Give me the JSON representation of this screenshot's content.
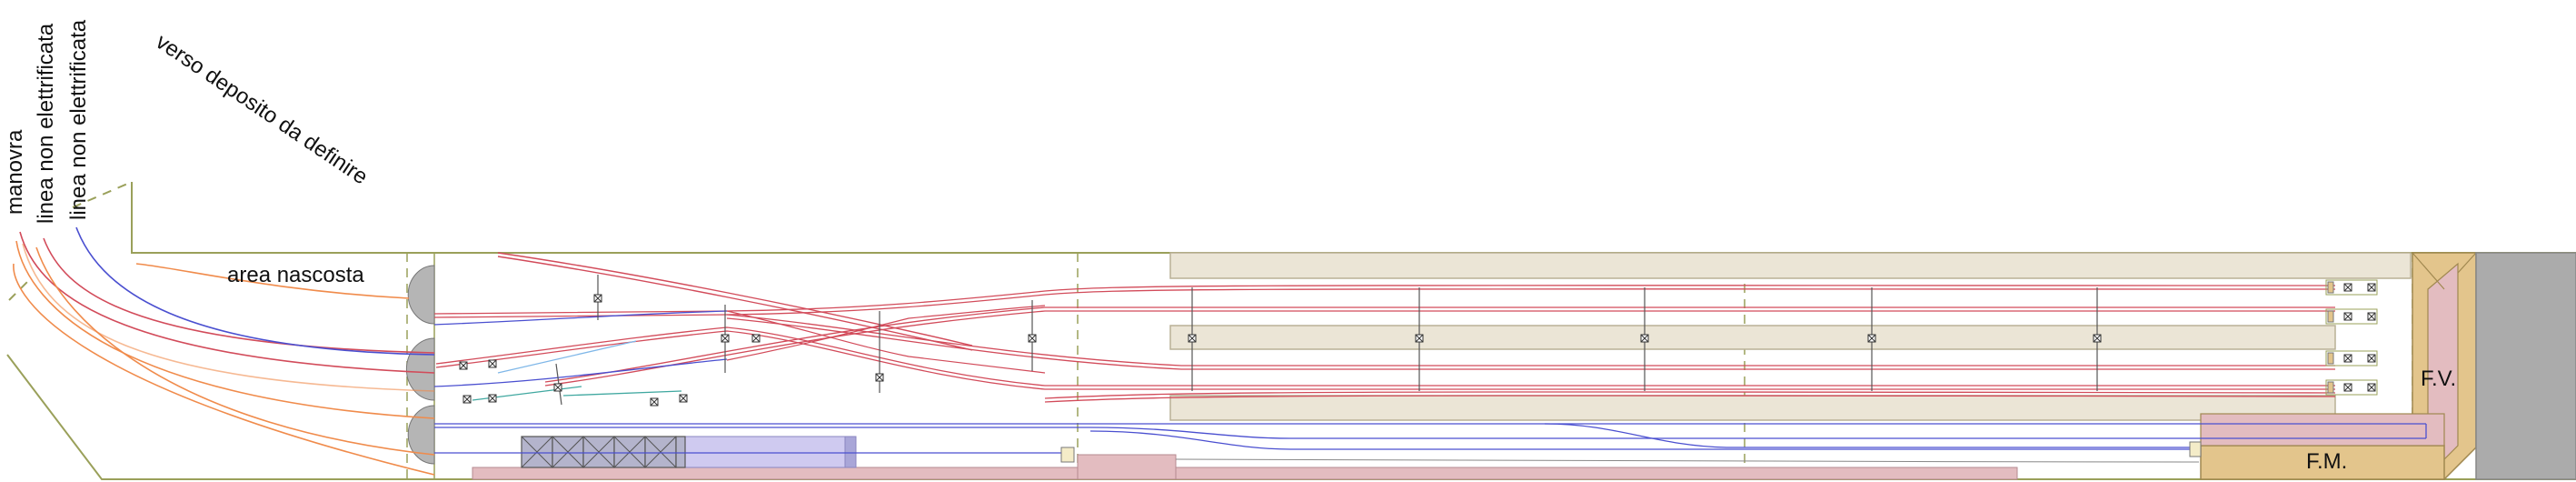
{
  "labels": {
    "manovra": "manovra",
    "linea1": "linea non elettrificata",
    "linea2": "linea non elettrificata",
    "deposito": "verso deposito da definire",
    "area": "area nascosta",
    "fv": "F.V.",
    "fm": "F.M."
  },
  "colors": {
    "frame": "#9aa05a",
    "platform": "#ebe5d6",
    "building": "#e3c58c",
    "pink": "#e3bcc0",
    "gray": "#ababab",
    "red": "#d24b5a",
    "blue": "#4a4fd0",
    "orange": "#f08b4b",
    "teal": "#40a8a0",
    "lavender": "#cfcaf0",
    "lightblue": "#7fb7e8"
  }
}
